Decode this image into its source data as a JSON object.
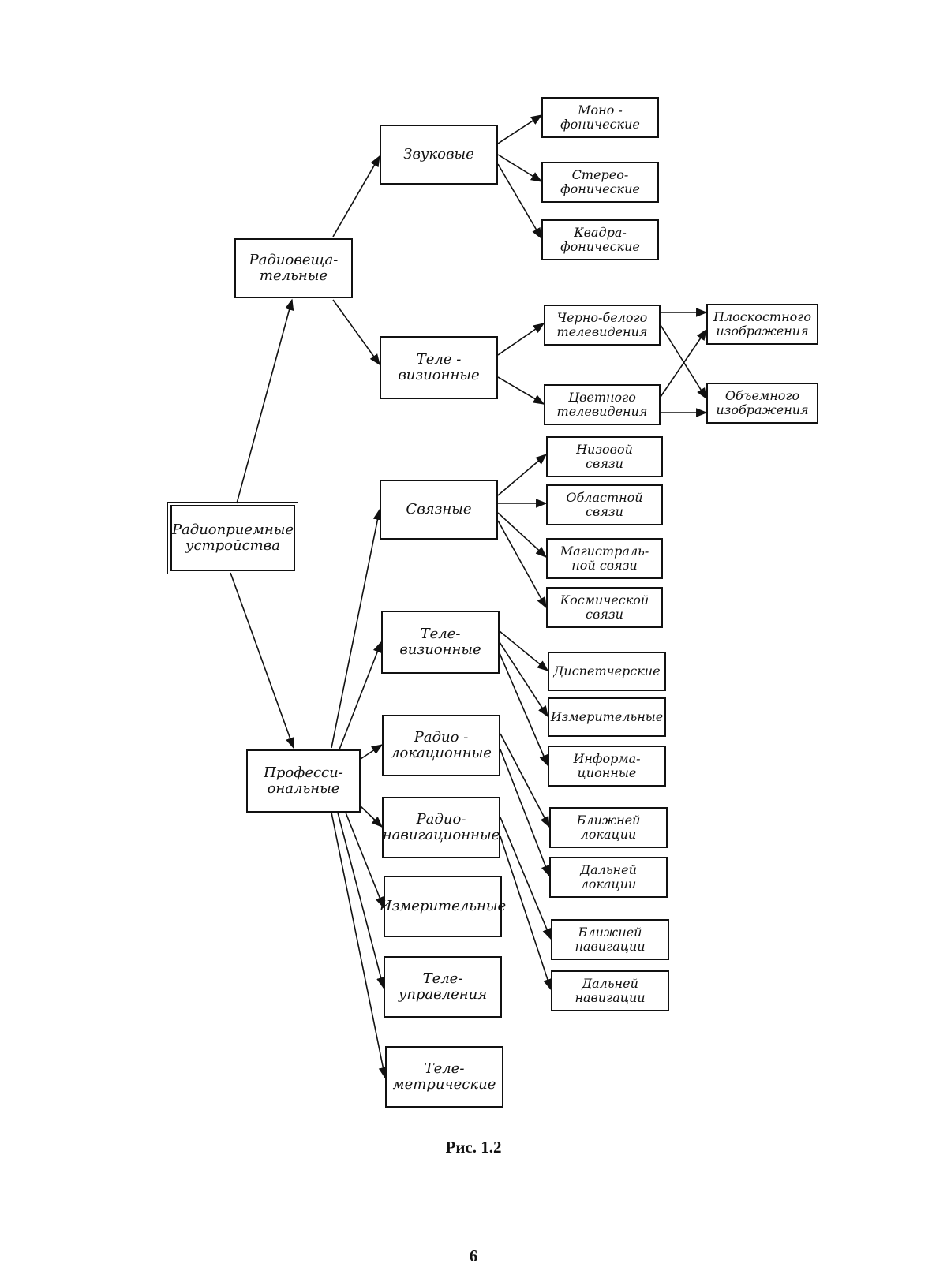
{
  "diagram": {
    "nodes": {
      "root": "Радиоприемные\nустройства",
      "broadcast": "Радиовеща-\nтельные",
      "professional": "Професси-\nональные",
      "sound": "Звуковые",
      "tv": "Теле -\nвизионные",
      "mono": "Моно -\nфонические",
      "stereo": "Стерео-\nфонические",
      "quadro": "Квадра-\nфонические",
      "bw_tv": "Черно-белого\nтелевидения",
      "color_tv": "Цветного\nтелевидения",
      "flat_image": "Плоскостного\nизображения",
      "volume_image": "Объемного\nизображения",
      "comm": "Связные",
      "pro_tv": "Теле-\nвизионные",
      "radar": "Радио -\nлокационные",
      "radionav": "Радио-\nнавигационные",
      "measuring": "Измерительные",
      "telecontrol": "Теле-\nуправления",
      "telemetry": "Теле-\nметрические",
      "low_comm": "Низовой\nсвязи",
      "regional_comm": "Областной\nсвязи",
      "trunk_comm": "Магистраль-\nной связи",
      "space_comm": "Космической\nсвязи",
      "dispatch": "Диспетчерские",
      "tv_measuring": "Измерительные",
      "informational": "Информа-\nционные",
      "near_location": "Ближней\nлокации",
      "far_location": "Дальней\nлокации",
      "near_nav": "Ближней\nнавигации",
      "far_nav": "Дальней\nнавигации"
    }
  },
  "caption": "Рис. 1.2",
  "page_number": "6"
}
